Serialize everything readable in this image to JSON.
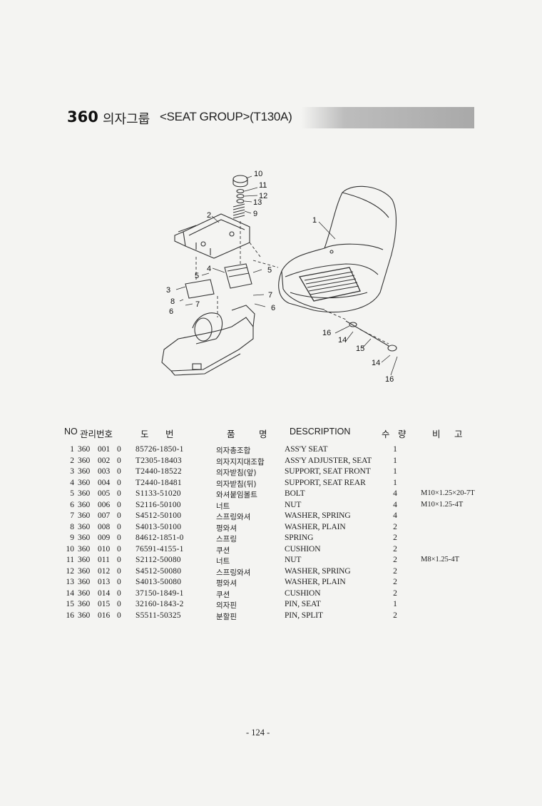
{
  "section": {
    "number": "360",
    "title_kr": "의자그룹",
    "title_en": "<SEAT GROUP>(T130A)"
  },
  "callouts": [
    "1",
    "2",
    "3",
    "4",
    "5",
    "5",
    "6",
    "6",
    "7",
    "7",
    "8",
    "9",
    "10",
    "11",
    "12",
    "13",
    "14",
    "14",
    "15",
    "16",
    "16"
  ],
  "table": {
    "headers": {
      "no": "NO",
      "code": "관리번호",
      "part_no": "도  번",
      "name_kr": "품  명",
      "description": "DESCRIPTION",
      "qty": "수 량",
      "remarks": "비 고"
    },
    "rows": [
      {
        "no": "1",
        "group": "360",
        "seq": "001",
        "chg": "0",
        "part_no": "85726-1850-1",
        "name_kr": "의자총조합",
        "description": "ASS'Y SEAT",
        "qty": "1",
        "remark": ""
      },
      {
        "no": "2",
        "group": "360",
        "seq": "002",
        "chg": "0",
        "part_no": "T2305-18403",
        "name_kr": "의자지지대조합",
        "description": "ASS'Y ADJUSTER, SEAT",
        "qty": "1",
        "remark": ""
      },
      {
        "no": "3",
        "group": "360",
        "seq": "003",
        "chg": "0",
        "part_no": "T2440-18522",
        "name_kr": "의자받침(앞)",
        "description": "SUPPORT, SEAT FRONT",
        "qty": "1",
        "remark": ""
      },
      {
        "no": "4",
        "group": "360",
        "seq": "004",
        "chg": "0",
        "part_no": "T2440-18481",
        "name_kr": "의자받침(뒤)",
        "description": "SUPPORT, SEAT REAR",
        "qty": "1",
        "remark": ""
      },
      {
        "no": "5",
        "group": "360",
        "seq": "005",
        "chg": "0",
        "part_no": "S1133-51020",
        "name_kr": "와셔붙임볼트",
        "description": "BOLT",
        "qty": "4",
        "remark": "M10×1.25×20-7T"
      },
      {
        "no": "6",
        "group": "360",
        "seq": "006",
        "chg": "0",
        "part_no": "S2116-50100",
        "name_kr": "너트",
        "description": "NUT",
        "qty": "4",
        "remark": "M10×1.25-4T"
      },
      {
        "no": "7",
        "group": "360",
        "seq": "007",
        "chg": "0",
        "part_no": "S4512-50100",
        "name_kr": "스프링와셔",
        "description": "WASHER, SPRING",
        "qty": "4",
        "remark": ""
      },
      {
        "no": "8",
        "group": "360",
        "seq": "008",
        "chg": "0",
        "part_no": "S4013-50100",
        "name_kr": "평와셔",
        "description": "WASHER, PLAIN",
        "qty": "2",
        "remark": ""
      },
      {
        "no": "9",
        "group": "360",
        "seq": "009",
        "chg": "0",
        "part_no": "84612-1851-0",
        "name_kr": "스프링",
        "description": "SPRING",
        "qty": "2",
        "remark": ""
      },
      {
        "no": "10",
        "group": "360",
        "seq": "010",
        "chg": "0",
        "part_no": "76591-4155-1",
        "name_kr": "쿠션",
        "description": "CUSHION",
        "qty": "2",
        "remark": ""
      },
      {
        "no": "11",
        "group": "360",
        "seq": "011",
        "chg": "0",
        "part_no": "S2112-50080",
        "name_kr": "너트",
        "description": "NUT",
        "qty": "2",
        "remark": "M8×1.25-4T"
      },
      {
        "no": "12",
        "group": "360",
        "seq": "012",
        "chg": "0",
        "part_no": "S4512-50080",
        "name_kr": "스프링와셔",
        "description": "WASHER, SPRING",
        "qty": "2",
        "remark": ""
      },
      {
        "no": "13",
        "group": "360",
        "seq": "013",
        "chg": "0",
        "part_no": "S4013-50080",
        "name_kr": "평와셔",
        "description": "WASHER, PLAIN",
        "qty": "2",
        "remark": ""
      },
      {
        "no": "14",
        "group": "360",
        "seq": "014",
        "chg": "0",
        "part_no": "37150-1849-1",
        "name_kr": "쿠션",
        "description": "CUSHION",
        "qty": "2",
        "remark": ""
      },
      {
        "no": "15",
        "group": "360",
        "seq": "015",
        "chg": "0",
        "part_no": "32160-1843-2",
        "name_kr": "의자핀",
        "description": "PIN, SEAT",
        "qty": "1",
        "remark": ""
      },
      {
        "no": "16",
        "group": "360",
        "seq": "016",
        "chg": "0",
        "part_no": "S5511-50325",
        "name_kr": "분할핀",
        "description": "PIN, SPLIT",
        "qty": "2",
        "remark": ""
      }
    ]
  },
  "page_number": "- 124 -"
}
